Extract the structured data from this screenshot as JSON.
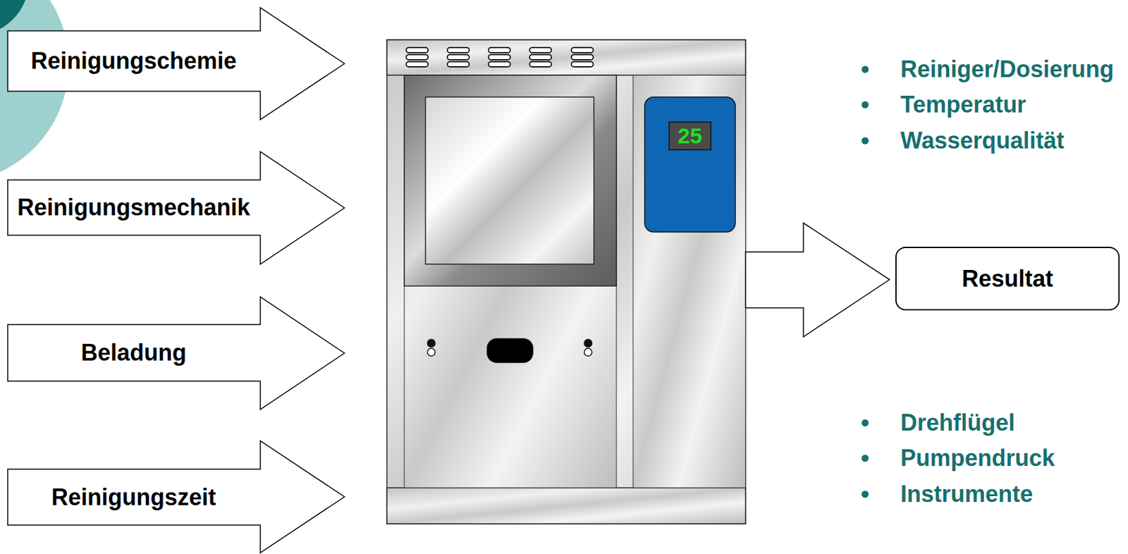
{
  "diagram": {
    "nodes": [
      {
        "text": [
          "Reinigungschemie"
        ]
      },
      {
        "text": [
          "Reinigungsmechanik"
        ]
      },
      {
        "text": [
          "Beladung"
        ]
      },
      {
        "text": [
          "Reinigungszeit"
        ]
      },
      {
        "text": [
          "Resultat"
        ]
      }
    ],
    "labels": [
      "25",
      "Reiniger/Dosierung",
      "Temperatur",
      "Wasserqualität",
      "Drehflügel",
      "Pumpendruck",
      "Instrumente"
    ]
  }
}
